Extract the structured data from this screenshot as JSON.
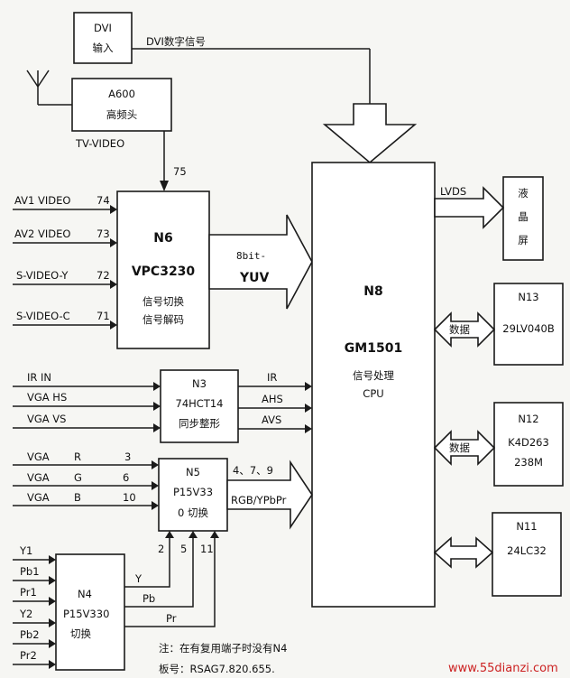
{
  "blocks": {
    "dvi": {
      "line1": "DVI",
      "line2": "输入"
    },
    "a600": {
      "line1": "A600",
      "line2": "高频头"
    },
    "n6": {
      "name": "N6",
      "chip": "VPC3230",
      "fn1": "信号切换",
      "fn2": "信号解码"
    },
    "n8": {
      "name": "N8",
      "chip": "GM1501",
      "fn1": "信号处理",
      "fn2": "CPU"
    },
    "n3": {
      "name": "N3",
      "chip": "74HCT14",
      "fn": "同步整形"
    },
    "n5": {
      "name": "N5",
      "chip": "P15V33",
      "fn": "0 切换"
    },
    "n4": {
      "name": "N4",
      "chip": "P15V330",
      "fn": "切换"
    },
    "lcd": {
      "c1": "液",
      "c2": "晶",
      "c3": "屏"
    },
    "n13": {
      "name": "N13",
      "chip": "29LV040B"
    },
    "n12": {
      "name": "N12",
      "chip1": "K4D263",
      "chip2": "238M"
    },
    "n11": {
      "name": "N11",
      "chip": "24LC32"
    }
  },
  "signals": {
    "dvi_digital": "DVI数字信号",
    "tv_video": "TV-VIDEO",
    "pin75": "75",
    "av1": "AV1  VIDEO",
    "av1_pin": "74",
    "av2": "AV2  VIDEO",
    "av2_pin": "73",
    "svy": "S-VIDEO-Y",
    "svy_pin": "72",
    "svc": "S-VIDEO-C",
    "svc_pin": "71",
    "bit8": "8bit-",
    "yuv": "YUV",
    "ir_in": "IR   IN",
    "vga_hs": "VGA    HS",
    "vga_vs": "VGA    VS",
    "ir": "IR",
    "ahs": "AHS",
    "avs": "AVS",
    "vga_r": "VGA",
    "r": "R",
    "r_pin": "3",
    "vga_g": "VGA",
    "g": "G",
    "g_pin": "6",
    "vga_b": "VGA",
    "b": "B",
    "b_pin": "10",
    "pins479": "4、7、9",
    "rgb_ypbpr": "RGB/YPbPr",
    "y1": "Y1",
    "pb1": "Pb1",
    "pr1": "Pr1",
    "y2": "Y2",
    "pb2": "Pb2",
    "pr2": "Pr2",
    "out_y": "Y",
    "out_pb": "Pb",
    "out_pr": "Pr",
    "n5_pin2": "2",
    "n5_pin5": "5",
    "n5_pin11": "11",
    "lvds": "LVDS",
    "data1": "数据",
    "data2": "数据"
  },
  "notes": {
    "note1": "注：在有复用端子时没有N4",
    "note2": "板号：RSAG7.820.655."
  },
  "watermark": "www.55dianzi.com"
}
